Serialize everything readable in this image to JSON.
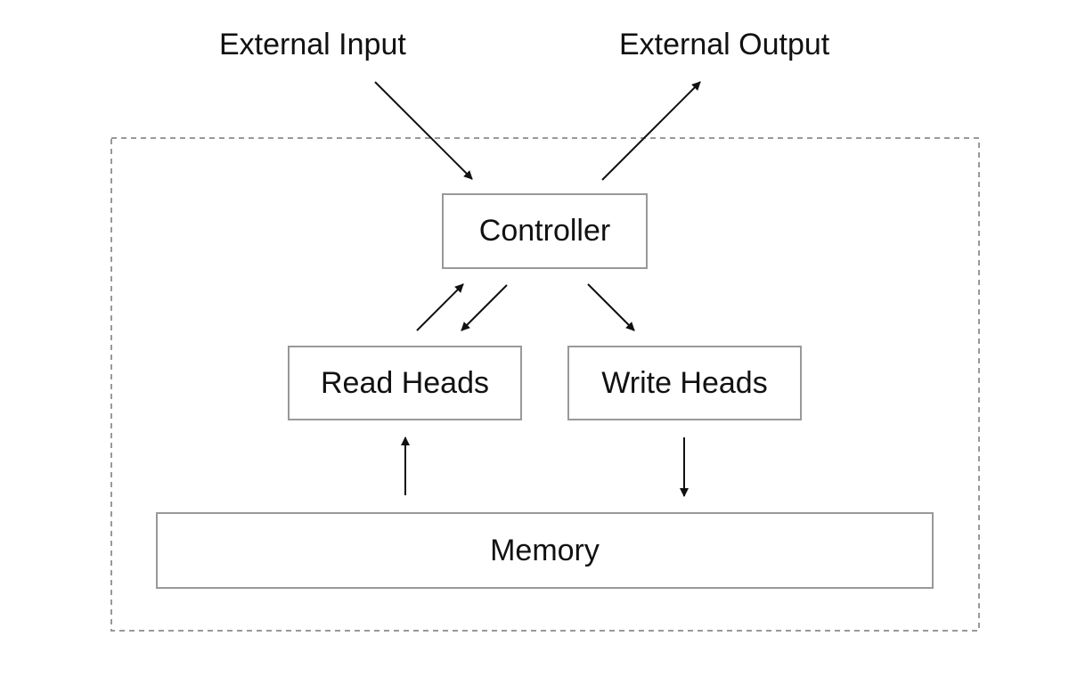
{
  "external": {
    "input_label": "External Input",
    "output_label": "External Output"
  },
  "nodes": {
    "controller": "Controller",
    "read_heads": "Read Heads",
    "write_heads": "Write Heads",
    "memory": "Memory"
  },
  "colors": {
    "box_border": "#999999",
    "dashed_border": "#999999",
    "arrow": "#111111",
    "text": "#111111"
  }
}
